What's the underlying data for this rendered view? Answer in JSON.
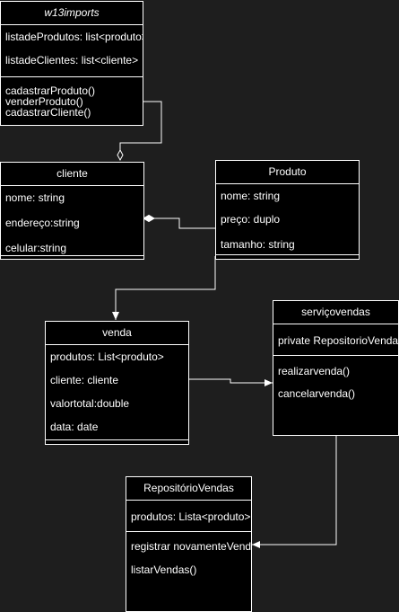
{
  "classes": {
    "w13imports": {
      "title": "w13imports",
      "attributes": [
        "listadeProdutos: list<produto>",
        "listadeClientes: list<cliente>"
      ],
      "methods": [
        "cadastrarProduto()",
        "venderProduto()",
        "cadastrarCliente()"
      ]
    },
    "cliente": {
      "title": "cliente",
      "attributes": [
        "nome: string",
        "endereço:string",
        "celular:string"
      ],
      "methods": []
    },
    "produto": {
      "title": "Produto",
      "attributes": [
        "nome: string",
        "preço: duplo",
        "tamanho: string"
      ],
      "methods": []
    },
    "venda": {
      "title": "venda",
      "attributes": [
        "produtos: List<produto>",
        "cliente: cliente",
        "valortotal:double",
        "data: date"
      ],
      "methods": []
    },
    "servicovendas": {
      "title": "serviçovendas",
      "attributes": [
        "private RepositorioVendas"
      ],
      "methods": [
        "realizarvenda()",
        "cancelarvenda()"
      ]
    },
    "repositoriovendas": {
      "title": "RepositórioVendas",
      "attributes": [
        "produtos: Lista<produto>"
      ],
      "methods": [
        "registrar novamenteVendas()",
        "listarVendas()"
      ]
    }
  }
}
